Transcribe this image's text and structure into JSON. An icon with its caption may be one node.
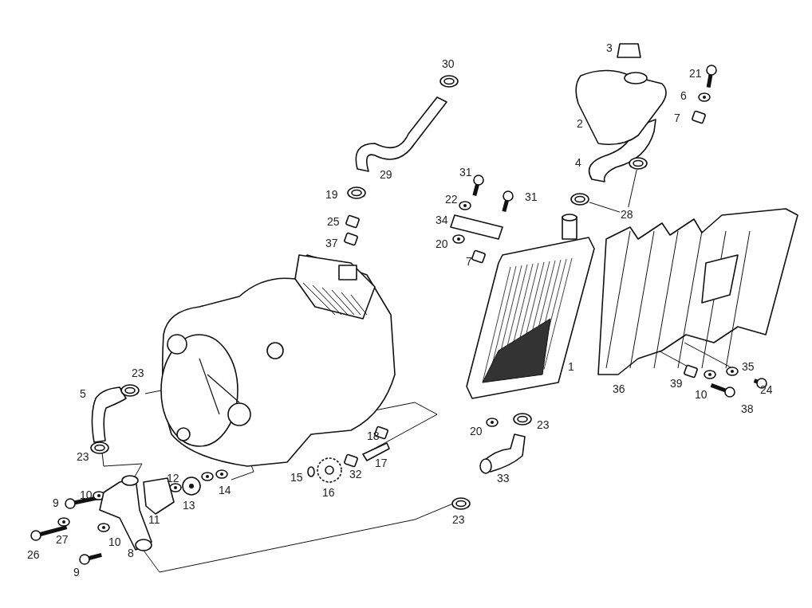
{
  "diagram": {
    "nodes": [
      {
        "text": [
          "28"
        ]
      },
      {
        "text": [],
        "shape": "circle"
      },
      {
        "text": [],
        "shape": "circle"
      }
    ],
    "edges": [
      {
        "from": 0,
        "to": 2,
        "arrow": "none"
      },
      {
        "from": 0,
        "to": 1,
        "arrow": "none"
      }
    ],
    "labels": [
      "3",
      "30",
      "21",
      "6",
      "7",
      "2",
      "4",
      "31",
      "29",
      "19",
      "31",
      "22",
      "25",
      "34",
      "20",
      "37",
      "7",
      "1",
      "35",
      "23",
      "39",
      "24",
      "36",
      "5",
      "10",
      "38",
      "23",
      "20",
      "18",
      "23",
      "17",
      "15",
      "32",
      "12",
      "33",
      "14",
      "16",
      "10",
      "9",
      "13",
      "23",
      "11",
      "27",
      "10",
      "26",
      "9",
      "8"
    ]
  }
}
